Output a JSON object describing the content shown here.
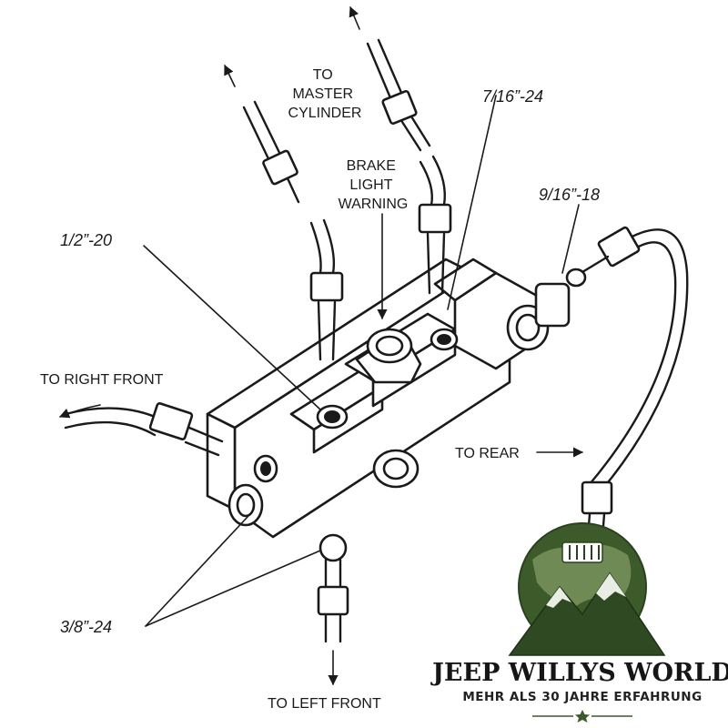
{
  "labels": {
    "master_cylinder": [
      "TO",
      "MASTER",
      "CYLINDER"
    ],
    "brake_light_warning": [
      "BRAKE",
      "LIGHT",
      "WARNING"
    ],
    "thread_7_16": "7/16”-24",
    "thread_9_16": "9/16”-18",
    "thread_1_2": "1/2”-20",
    "thread_3_8": "3/8”-24",
    "to_right_front": "TO RIGHT FRONT",
    "to_rear": "TO REAR",
    "to_left_front": "TO LEFT FRONT"
  },
  "brand": {
    "title": "JEEP WILLYS WORLD",
    "subtitle": "MEHR ALS 30 JAHRE ERFAHRUNG",
    "accent_color": "#3d5a2a",
    "icons": [
      "globe-icon",
      "mountain-icon",
      "jeep-grille-icon",
      "star-icon"
    ]
  }
}
